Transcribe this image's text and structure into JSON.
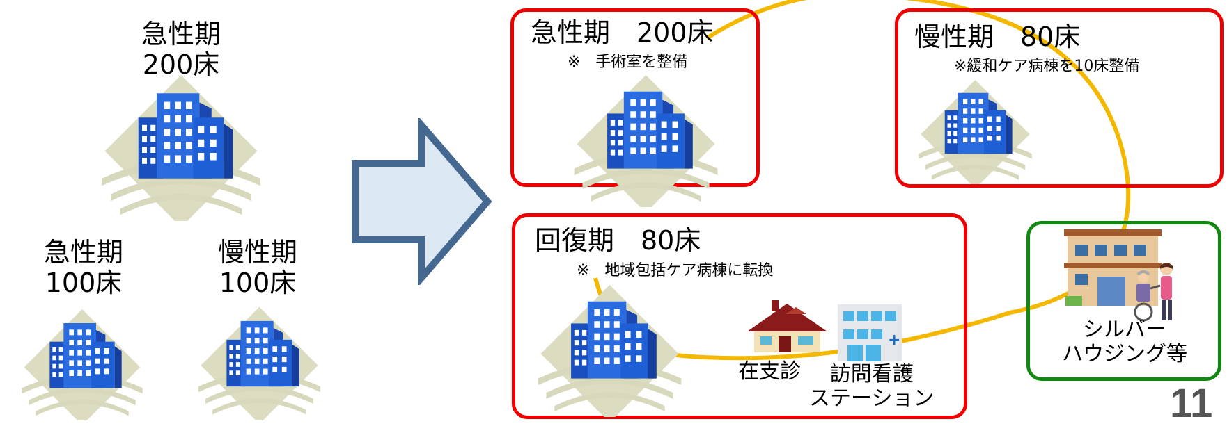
{
  "before": {
    "acute": {
      "title": "急性期",
      "beds": "200床"
    },
    "acute_small": {
      "title": "急性期",
      "beds": "100床"
    },
    "chronic_small": {
      "title": "慢性期",
      "beds": "100床"
    }
  },
  "after": {
    "acute": {
      "title": "急性期　200床",
      "note": "※　手術室を整備"
    },
    "chronic": {
      "title": "慢性期　80床",
      "note": "※緩和ケア病棟を10床整備"
    },
    "recovery": {
      "title": "回復期　80床",
      "note": "※　地域包括ケア病棟に転換"
    },
    "home_clinic": "在支診",
    "nursing_station": {
      "line1": "訪問看護",
      "line2": "ステーション"
    },
    "silver_housing": {
      "line1": "シルバー",
      "line2": "ハウジング等"
    }
  },
  "page_number": "11",
  "colors": {
    "box_red": "#ee0000",
    "box_green": "#118811",
    "arrow_fill": "#dce8f4",
    "arrow_stroke": "#44688f",
    "curve": "#f5b800",
    "building_blue": "#1f5fd6",
    "backdrop": "#dcdcc0"
  }
}
